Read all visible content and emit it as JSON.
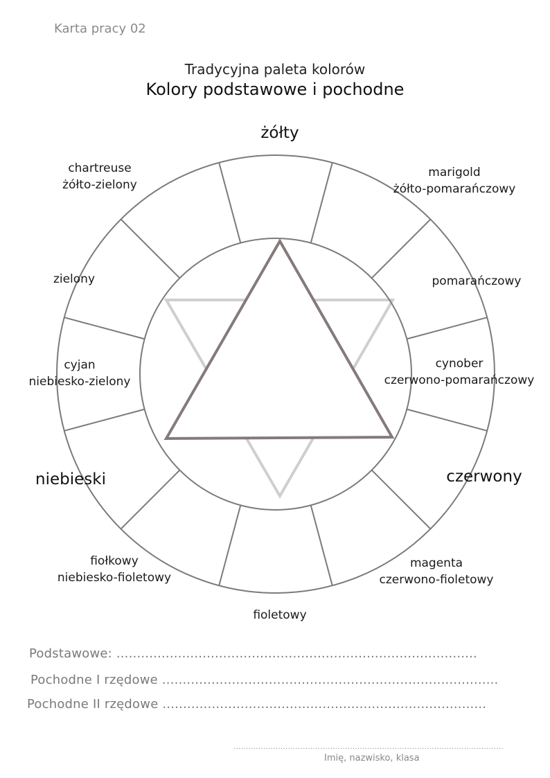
{
  "header": {
    "sheet_id": "Karta pracy 02",
    "title_line1": "Tradycyjna paleta kolorów",
    "title_line2": "Kolory podstawowe i pochodne"
  },
  "wheel_labels": {
    "yellow": "żółty",
    "yellow_orange_name": "marigold",
    "yellow_orange_desc": "żółto-pomarańczowy",
    "orange": "pomarańczowy",
    "red_orange_name": "cynober",
    "red_orange_desc": "czerwono-pomarańczowy",
    "red": "czerwony",
    "red_violet_name": "magenta",
    "red_violet_desc": "czerwono-fioletowy",
    "violet": "fioletowy",
    "blue_violet_name": "fiołkowy",
    "blue_violet_desc": "niebiesko-fioletowy",
    "blue": "niebieski",
    "blue_green_name": "cyjan",
    "blue_green_desc": "niebiesko-zielony",
    "green": "zielony",
    "yellow_green_name": "chartreuse",
    "yellow_green_desc": "żółto-zielony"
  },
  "wheel": {
    "segments": 12,
    "line_color": "#7a7a7a",
    "primary_triangle_color": "#857a7a",
    "secondary_triangle_color": "#cfcfcf"
  },
  "form": {
    "primary_label": "Podstawowe:",
    "primary_dots": "........................................................................................",
    "secondary_label": "Pochodne I rzędowe",
    "secondary_dots": "..................................................................................",
    "tertiary_label": "Pochodne II rzędowe",
    "tertiary_dots": "...............................................................................",
    "name_dots": ".............................................................................................................",
    "name_caption": "Imię, nazwisko, klasa"
  }
}
